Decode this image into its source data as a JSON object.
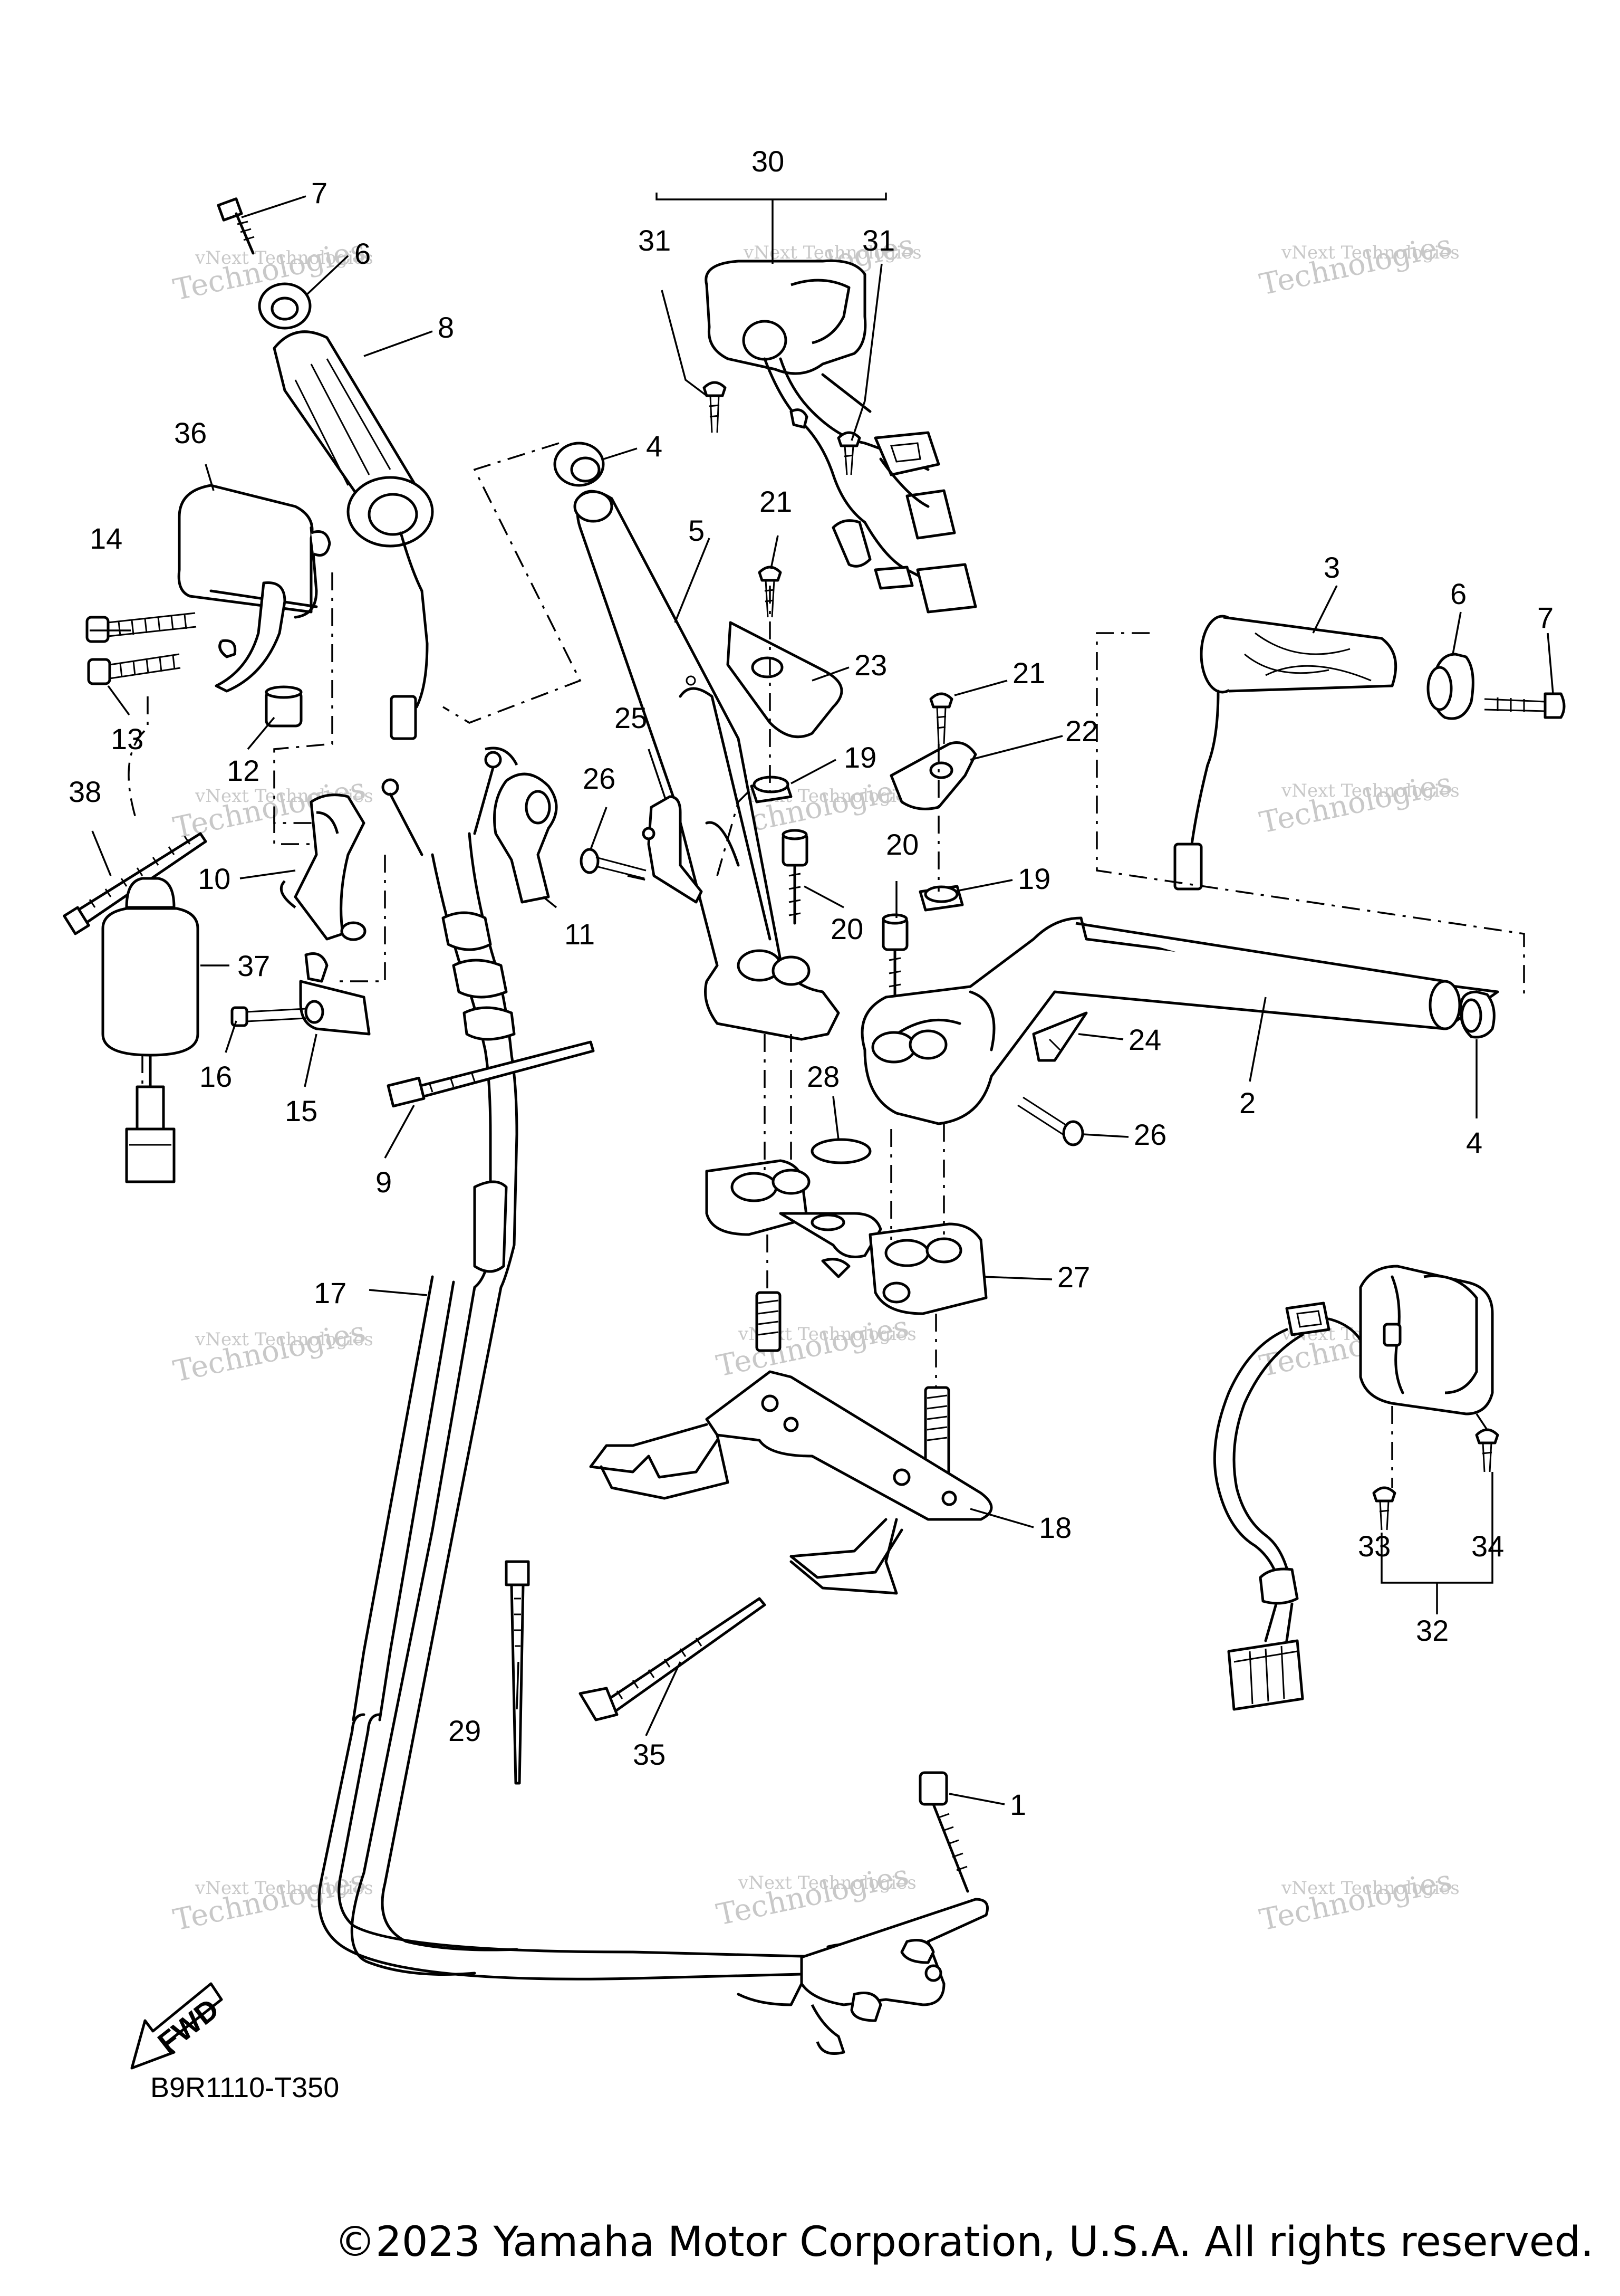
{
  "callouts": [
    "1",
    "2",
    "3",
    "4",
    "5",
    "6",
    "7",
    "8",
    "9",
    "10",
    "11",
    "12",
    "13",
    "14",
    "15",
    "16",
    "17",
    "18",
    "19",
    "20",
    "21",
    "22",
    "23",
    "24",
    "25",
    "26",
    "27",
    "28",
    "29",
    "30",
    "31",
    "32",
    "33",
    "34",
    "35",
    "36",
    "37",
    "38"
  ],
  "callout_instances": [
    {
      "n": "7"
    },
    {
      "n": "6"
    },
    {
      "n": "8"
    },
    {
      "n": "36"
    },
    {
      "n": "14"
    },
    {
      "n": "13"
    },
    {
      "n": "12"
    },
    {
      "n": "38"
    },
    {
      "n": "10"
    },
    {
      "n": "37"
    },
    {
      "n": "16"
    },
    {
      "n": "15"
    },
    {
      "n": "9"
    },
    {
      "n": "11"
    },
    {
      "n": "4"
    },
    {
      "n": "5"
    },
    {
      "n": "30"
    },
    {
      "n": "31"
    },
    {
      "n": "31"
    },
    {
      "n": "21"
    },
    {
      "n": "23"
    },
    {
      "n": "25"
    },
    {
      "n": "26"
    },
    {
      "n": "19"
    },
    {
      "n": "20"
    },
    {
      "n": "20"
    },
    {
      "n": "3"
    },
    {
      "n": "6"
    },
    {
      "n": "7"
    },
    {
      "n": "21"
    },
    {
      "n": "22"
    },
    {
      "n": "19"
    },
    {
      "n": "24"
    },
    {
      "n": "2"
    },
    {
      "n": "26"
    },
    {
      "n": "4"
    },
    {
      "n": "28"
    },
    {
      "n": "27"
    },
    {
      "n": "17"
    },
    {
      "n": "18"
    },
    {
      "n": "33"
    },
    {
      "n": "34"
    },
    {
      "n": "32"
    },
    {
      "n": "29"
    },
    {
      "n": "35"
    },
    {
      "n": "1"
    }
  ],
  "fwd_label": "FWD",
  "drawing_code": "B9R1110-T350",
  "watermark_line1": "vNext Technologies",
  "watermark_line2": "Technologies",
  "watermark_line3": "vNext",
  "copyright": "©2023 Yamaha Motor Corporation, U.S.A. All rights reserved.",
  "colors": {
    "line": "#000000",
    "background": "#ffffff",
    "watermark": "#c8c8c8"
  }
}
